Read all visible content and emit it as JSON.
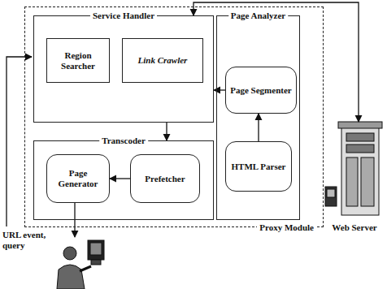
{
  "diagram": {
    "nodes": [
      {
        "text": [
          "Proxy Module"
        ]
      },
      {
        "text": [
          "Service Handler"
        ],
        "in": 0
      },
      {
        "text": [
          "Region Searcher"
        ],
        "in": 1
      },
      {
        "text": [
          "Link Crawler"
        ],
        "in": 1
      },
      {
        "text": [
          "Page Analyzer"
        ],
        "in": 0
      },
      {
        "text": [
          "Page Segmenter"
        ],
        "in": 4
      },
      {
        "text": [
          "Transcoder"
        ],
        "in": 0
      },
      {
        "text": [
          "Page Generator"
        ],
        "in": 6
      },
      {
        "text": [
          "Prefetcher"
        ],
        "in": 6
      },
      {
        "text": [
          "HTML Parser"
        ],
        "in": 4
      },
      {
        "text": [
          "Web Server"
        ]
      }
    ],
    "edges": [
      {
        "from": 9,
        "to": 5,
        "arrow": "to"
      },
      {
        "from": 5,
        "to": 1,
        "arrow": "to"
      },
      {
        "from": 1,
        "to": 6,
        "arrow": "to"
      },
      {
        "from": 8,
        "to": 7,
        "arrow": "to"
      },
      {
        "from": 1,
        "to": 10,
        "arrow": "both"
      }
    ],
    "labels": [
      "URL event, query"
    ]
  }
}
